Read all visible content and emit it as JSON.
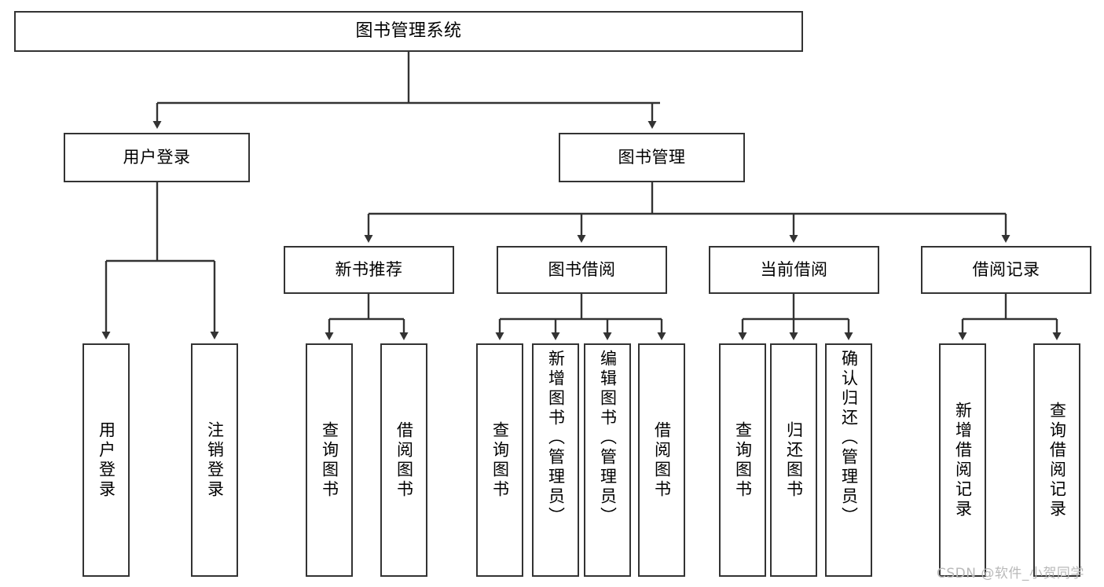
{
  "diagram": {
    "title": "图书管理系统",
    "type": "tree-diagram",
    "stroke_color": "#333333",
    "fill_color": "#ffffff",
    "text_color": "#000000"
  },
  "nodes": {
    "root": {
      "label": "图书管理系统"
    },
    "level2": [
      {
        "label": "用户登录"
      },
      {
        "label": "图书管理"
      }
    ],
    "level3": [
      {
        "label": "新书推荐"
      },
      {
        "label": "图书借阅"
      },
      {
        "label": "当前借阅"
      },
      {
        "label": "借阅记录"
      }
    ],
    "leaves_user_login": [
      {
        "label": "用户登录"
      },
      {
        "label": "注销登录"
      }
    ],
    "leaves_new_book": [
      {
        "label": "查询图书"
      },
      {
        "label": "借阅图书"
      }
    ],
    "leaves_borrow": [
      {
        "label": "查询图书"
      },
      {
        "label": "新增图书（管理员）"
      },
      {
        "label": "编辑图书（管理员）"
      },
      {
        "label": "借阅图书"
      }
    ],
    "leaves_current": [
      {
        "label": "查询图书"
      },
      {
        "label": "归还图书"
      },
      {
        "label": "确认归还（管理员）"
      }
    ],
    "leaves_records": [
      {
        "label": "新增借阅记录"
      },
      {
        "label": "查询借阅记录"
      }
    ]
  },
  "watermark": {
    "text": "CSDN @软件_小贺同学",
    "color": "#b9b9b9"
  }
}
